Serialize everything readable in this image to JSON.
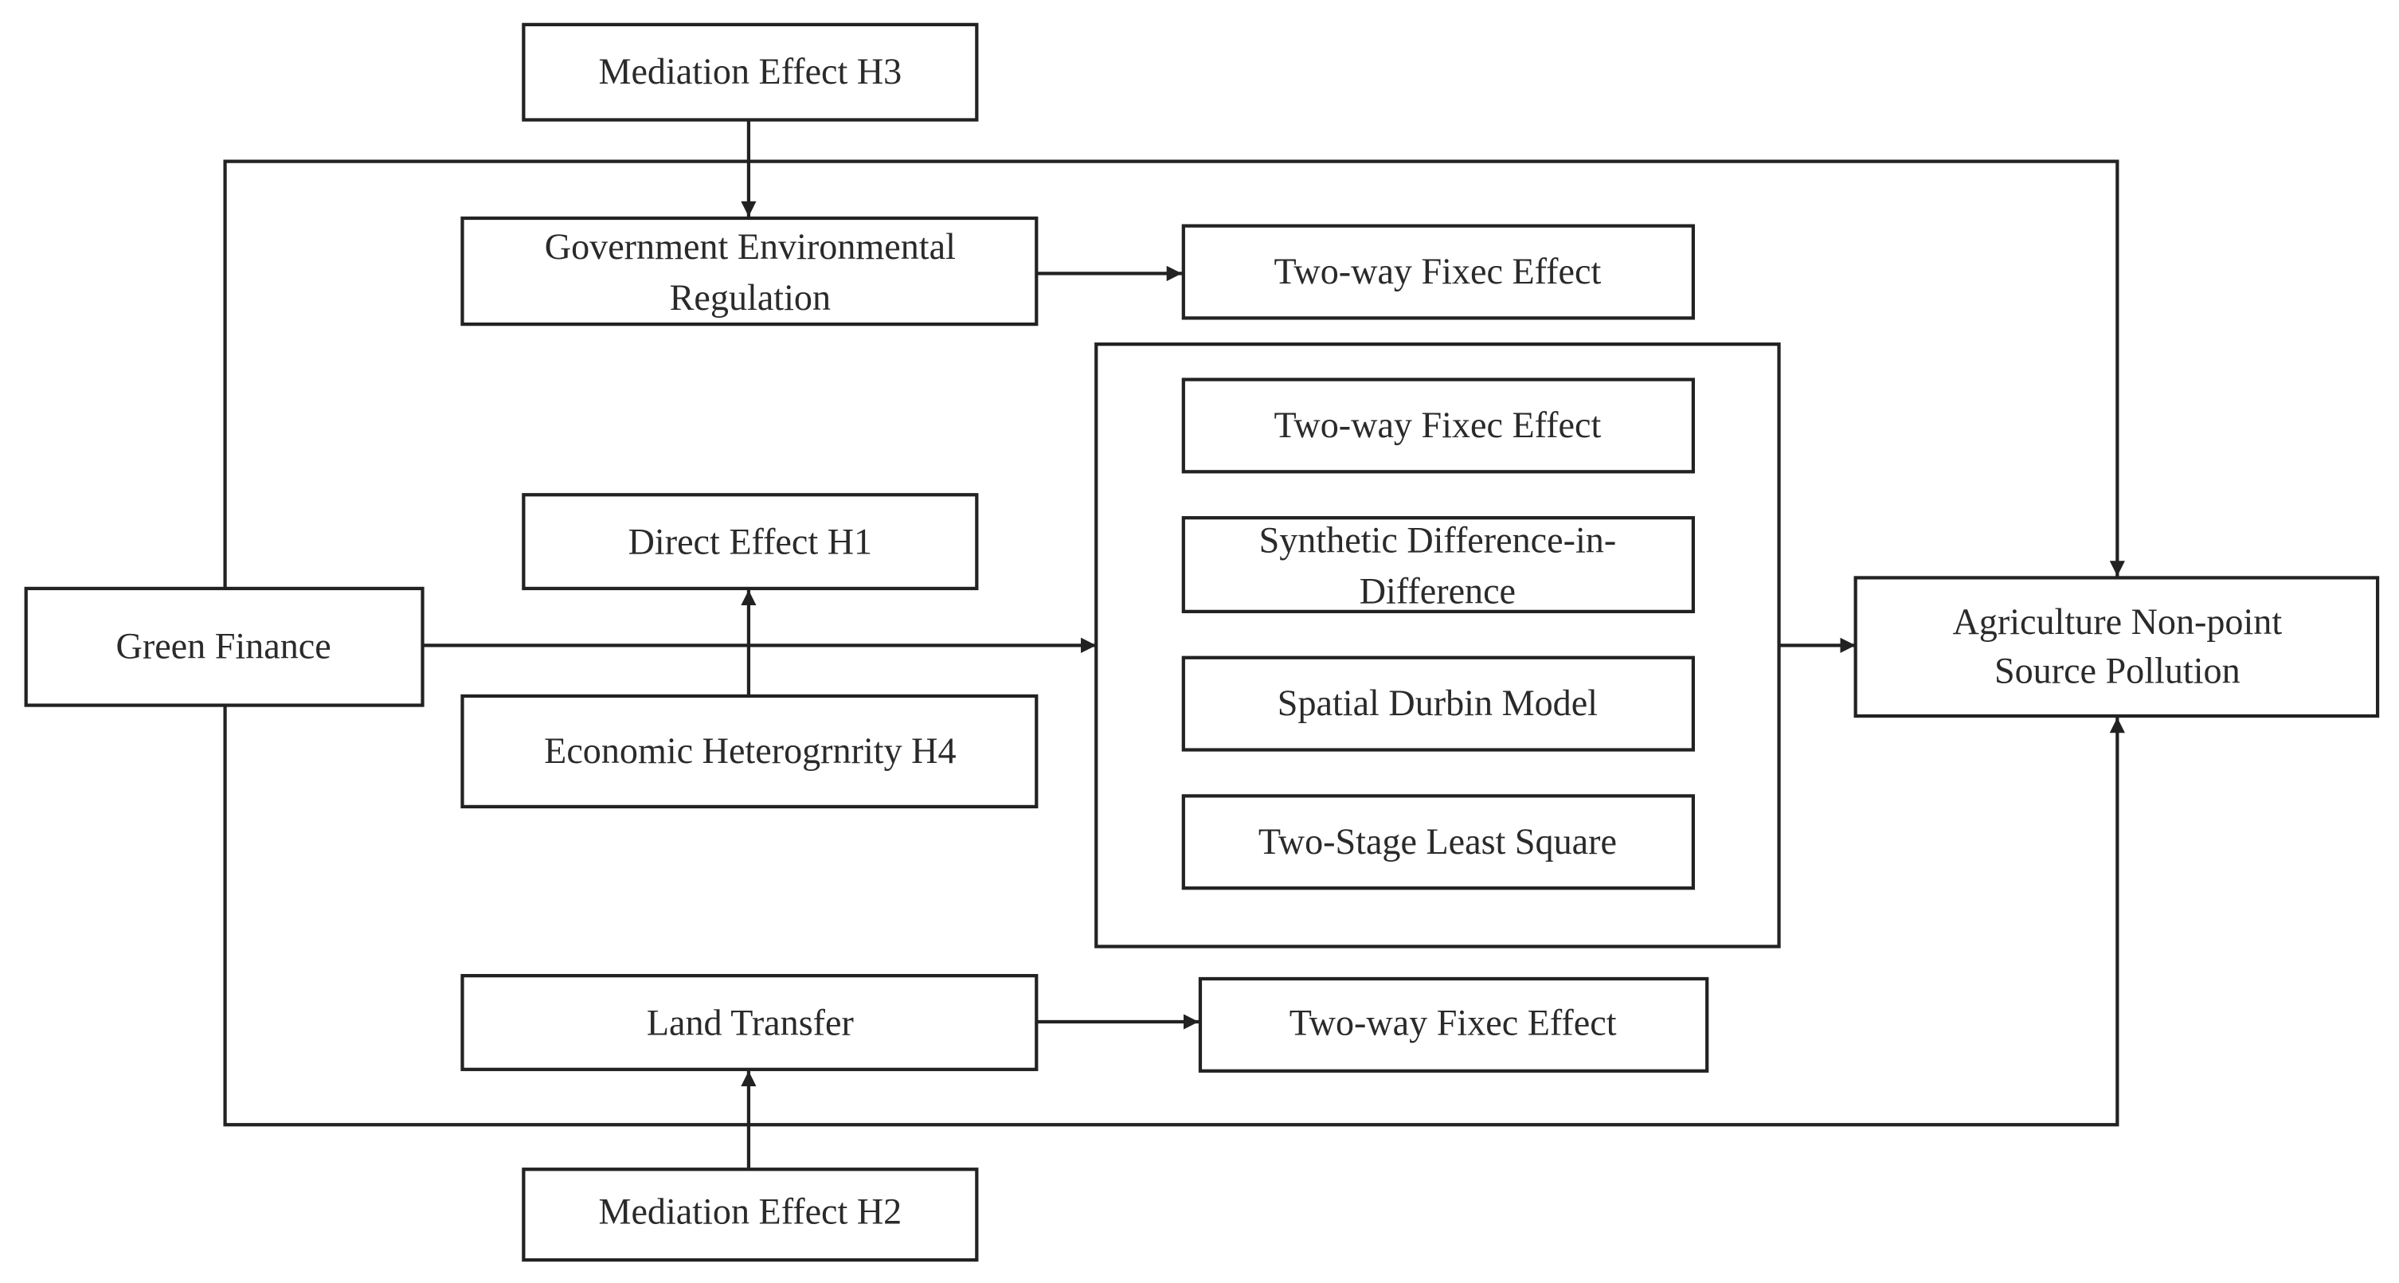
{
  "nodes": {
    "mediation_h3": "Mediation Effect H3",
    "gov_env_reg": [
      "Government Environmental",
      "Regulation"
    ],
    "twfe_top": "Two-way Fixec Effect",
    "twfe_mid": "Two-way Fixec Effect",
    "sdid": [
      "Synthetic Difference-in-",
      "Difference"
    ],
    "sdm": "Spatial Durbin Model",
    "tsls": "Two-Stage Least Square",
    "direct_h1": "Direct Effect H1",
    "green_finance": "Green Finance",
    "econ_het_h4": "Economic Heterogrnrity H4",
    "agri_pollution": [
      "Agriculture Non-point",
      "Source Pollution"
    ],
    "land_transfer": "Land Transfer",
    "twfe_bottom": "Two-way Fixec Effect",
    "mediation_h2": "Mediation Effect H2"
  },
  "colors": {
    "stroke": "#222222",
    "text": "#2a2a2a",
    "background": "#ffffff"
  }
}
